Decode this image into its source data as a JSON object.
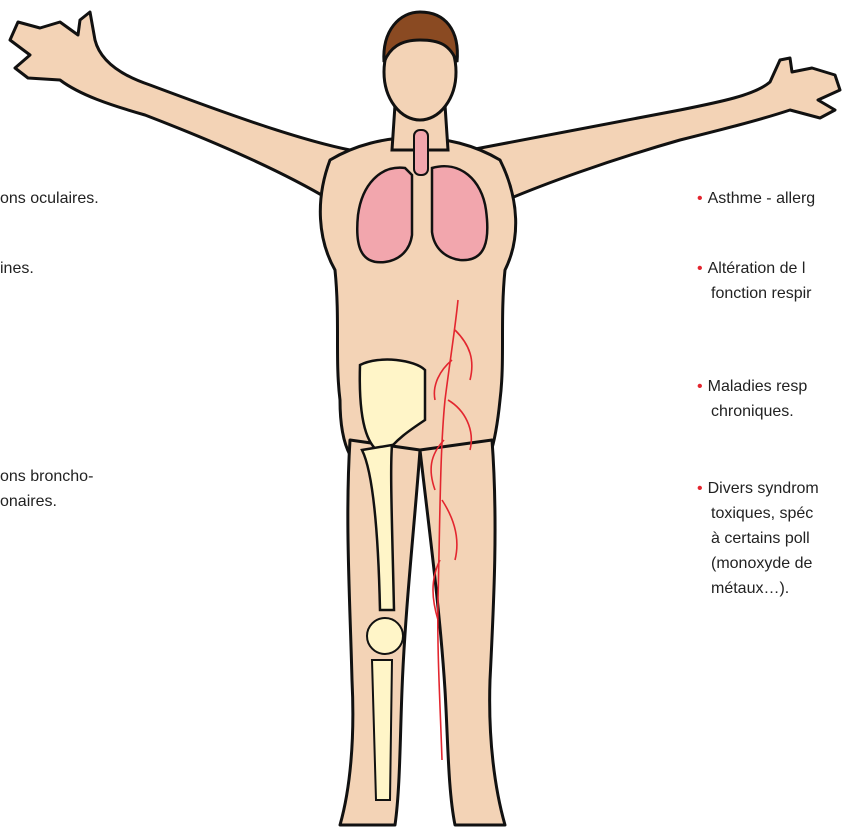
{
  "labels_left": [
    {
      "lines": [
        "ons oculaires."
      ]
    },
    {
      "lines": [
        "ines."
      ]
    },
    {
      "lines": [
        "ons broncho-",
        "onaires."
      ]
    }
  ],
  "labels_right": [
    {
      "bullet": "•",
      "lines": [
        "Asthme - allerg"
      ]
    },
    {
      "bullet": "•",
      "lines": [
        "Altération de l",
        "fonction respir"
      ]
    },
    {
      "bullet": "•",
      "lines": [
        "Maladies resp",
        "chroniques."
      ]
    },
    {
      "bullet": "•",
      "lines": [
        "Divers syndrom",
        "toxiques, spéc",
        "à certains poll",
        "(monoxyde de",
        "métaux…)."
      ]
    }
  ],
  "colors": {
    "skin": "#f3d3b6",
    "outline": "#111111",
    "hair": "#8a4a22",
    "lungs": "#f2a6ad",
    "bone": "#fff5c8",
    "vessels": "#e3262f",
    "bullet": "#e3262f"
  }
}
